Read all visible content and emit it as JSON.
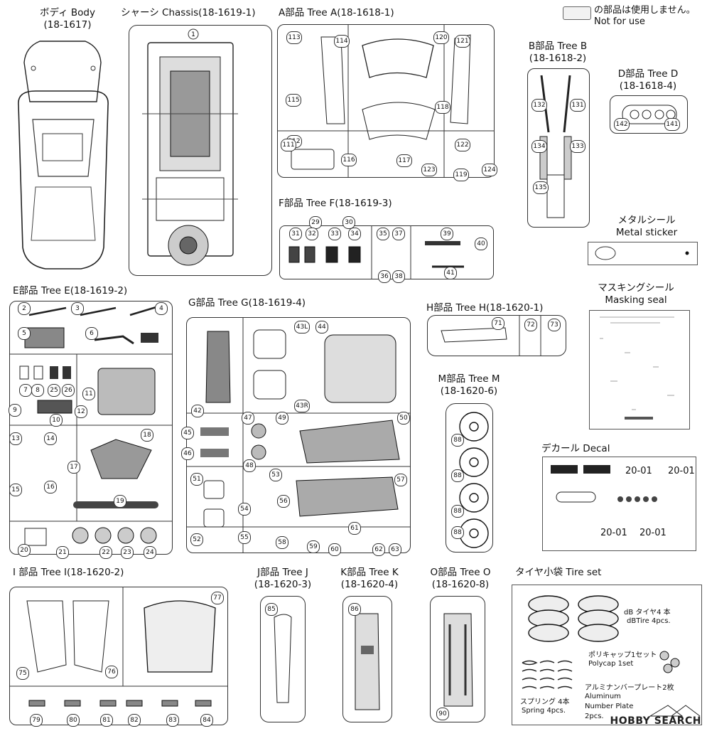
{
  "legend": {
    "jp": "の部品は使用しません。",
    "en": "Not for use"
  },
  "body": {
    "jp": "ボディ",
    "en": "Body",
    "code": "(18-1617)"
  },
  "chassis": {
    "jp": "シャーシ",
    "en": "Chassis",
    "code": "(18-1619-1)"
  },
  "tree_a": {
    "jp": "A部品",
    "en": "Tree A",
    "code": "(18-1618-1)"
  },
  "tree_b": {
    "jp": "B部品",
    "en": "Tree B",
    "code": "(18-1618-2)"
  },
  "tree_d": {
    "jp": "D部品",
    "en": "Tree D",
    "code": "(18-1618-4)"
  },
  "tree_f": {
    "jp": "F部品",
    "en": "Tree F",
    "code": "(18-1619-3)"
  },
  "metal": {
    "jp": "メタルシール",
    "en": "Metal sticker"
  },
  "tree_e": {
    "jp": "E部品",
    "en": "Tree E",
    "code": "(18-1619-2)"
  },
  "tree_g": {
    "jp": "G部品",
    "en": "Tree G",
    "code": "(18-1619-4)"
  },
  "tree_h": {
    "jp": "H部品",
    "en": "Tree H",
    "code": "(18-1620-1)"
  },
  "masking": {
    "jp": "マスキングシール",
    "en": "Masking seal"
  },
  "tree_m": {
    "jp": "M部品",
    "en": "Tree M",
    "code": "(18-1620-6)"
  },
  "decal": {
    "jp": "デカール",
    "en": "Decal",
    "plate": "20-01"
  },
  "tree_i": {
    "jp": "I 部品",
    "en": "Tree I",
    "code": "(18-1620-2)"
  },
  "tree_j": {
    "jp": "J部品",
    "en": "Tree J",
    "code": "(18-1620-3)"
  },
  "tree_k": {
    "jp": "K部品",
    "en": "Tree K",
    "code": "(18-1620-4)"
  },
  "tree_o": {
    "jp": "O部品",
    "en": "Tree O",
    "code": "(18-1620-8)"
  },
  "tire": {
    "jp": "タイヤ小袋",
    "en": "Tire set",
    "tires_jp": "dB タイヤ4 本",
    "tires_en": "dBTire 4pcs.",
    "poly_jp": "ポリキャップ1セット",
    "poly_en": "Polycap 1set",
    "plate_jp": "アルミナンバープレート2枚",
    "plate_en1": "Aluminum",
    "plate_en2": "Number Plate",
    "plate_en3": "2pcs.",
    "spring_jp": "スプリング 4本",
    "spring_en": "Spring 4pcs."
  },
  "watermark": "HOBBY SEARCH",
  "parts": {
    "a": [
      "113",
      "114",
      "115",
      "120",
      "121",
      "112",
      "118",
      "111",
      "116",
      "117",
      "122",
      "119",
      "123",
      "124"
    ],
    "b": [
      "132",
      "131",
      "134",
      "133",
      "135"
    ],
    "d": [
      "142",
      "141"
    ],
    "f": [
      "29",
      "30",
      "31",
      "32",
      "33",
      "34",
      "35",
      "37",
      "39",
      "40",
      "36",
      "38",
      "41"
    ],
    "e": [
      "2",
      "3",
      "4",
      "5",
      "6",
      "7",
      "8",
      "25",
      "26",
      "9",
      "10",
      "11",
      "12",
      "13",
      "14",
      "18",
      "15",
      "16",
      "17",
      "19",
      "20",
      "21",
      "22",
      "23",
      "24"
    ],
    "g": [
      "42",
      "43L",
      "44",
      "43R",
      "45",
      "46",
      "47",
      "48",
      "49",
      "50",
      "51",
      "52",
      "53",
      "54",
      "55",
      "56",
      "57",
      "58",
      "59",
      "60",
      "61",
      "62",
      "63"
    ],
    "h": [
      "71",
      "72",
      "73"
    ],
    "m": [
      "88",
      "88",
      "88",
      "88"
    ],
    "i": [
      "77",
      "75",
      "76",
      "79",
      "80",
      "81",
      "82",
      "83",
      "84"
    ],
    "j": [
      "85"
    ],
    "k": [
      "86"
    ],
    "o": [
      "90"
    ],
    "chassis": [
      "1"
    ]
  }
}
